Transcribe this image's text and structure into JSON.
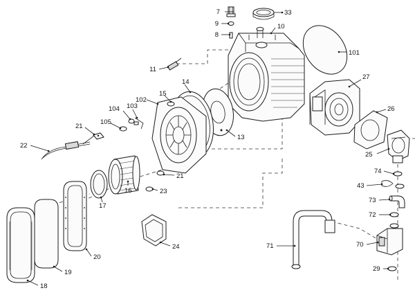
{
  "callouts": {
    "c7": "7",
    "c33": "33",
    "c9": "9",
    "c10": "10",
    "c8": "8",
    "c101": "101",
    "c11": "11",
    "c27": "27",
    "c14": "14",
    "c102": "102",
    "c15": "15",
    "c26": "26",
    "c104": "104",
    "c103": "103",
    "c105": "105",
    "c21a": "21",
    "c13": "13",
    "c22": "22",
    "c25": "25",
    "c74": "74",
    "c21b": "21",
    "c16": "16",
    "c43": "43",
    "c23": "23",
    "c17": "17",
    "c73": "73",
    "c72": "72",
    "c24": "24",
    "c71": "71",
    "c70": "70",
    "c20": "20",
    "c19": "19",
    "c29": "29",
    "c18": "18"
  }
}
